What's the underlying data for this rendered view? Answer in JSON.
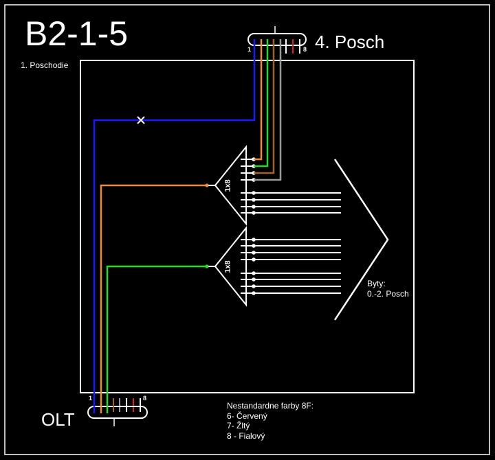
{
  "title": "B2-1-5",
  "floor_label": "1. Poschodie",
  "top_connector": {
    "label": "4. Posch",
    "pin_first": "1",
    "pin_last": "8"
  },
  "bottom_connector": {
    "label": "OLT",
    "pin_first": "1",
    "pin_last": "8"
  },
  "splitters": [
    {
      "label": "1x8"
    },
    {
      "label": "1x8"
    }
  ],
  "apartments": {
    "line1": "Byty:",
    "line2": "0.-2. Posch"
  },
  "notes": {
    "heading": "Nestandardne farby 8F:",
    "items": [
      "6- Červený",
      "7- Žltý",
      "8 - Fialový"
    ]
  },
  "colors": {
    "background": "#000000",
    "foreground": "#ffffff",
    "fiber_blue": "#1a1aff",
    "fiber_orange": "#f08a3c",
    "fiber_green": "#22dd22",
    "fiber_brown": "#a0642a",
    "fiber_gray": "#9a9a9a",
    "fiber_red": "#e01e1e"
  }
}
